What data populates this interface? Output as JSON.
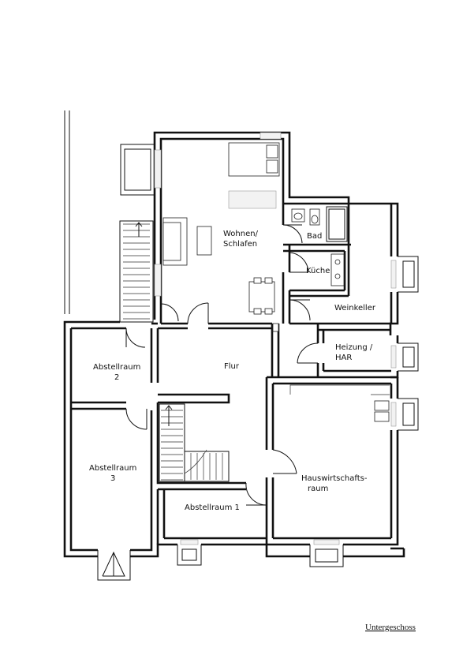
{
  "rooms": {
    "wohnen": "Wohnen/",
    "schlafen": "Schlafen",
    "bad": "Bad",
    "kueche": "Küche",
    "weinkeller": "Weinkeller",
    "heizung": "Heizung /",
    "har": "HAR",
    "flur": "Flur",
    "abstell2_a": "Abstellraum",
    "abstell2_b": "2",
    "abstell3_a": "Abstellraum",
    "abstell3_b": "3",
    "abstell1": "Abstellraum 1",
    "hwr_a": "Hauswirtschafts-",
    "hwr_b": "raum"
  },
  "caption": "Untergeschoss"
}
